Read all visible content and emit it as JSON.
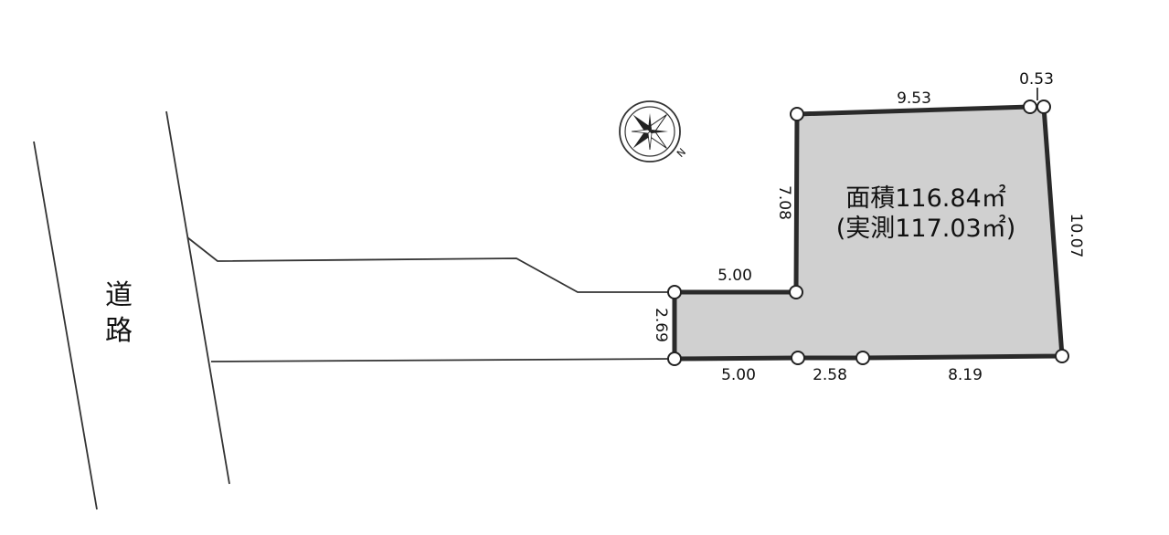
{
  "road": {
    "char1": "道",
    "char2": "路"
  },
  "lot": {
    "fill_color": "#d0d0d0",
    "area_label": "面積116.84㎡",
    "measured_label": "(実測117.03㎡)"
  },
  "dimensions": {
    "top_main": "9.53",
    "top_small": "0.53",
    "right": "10.07",
    "inner_vertical": "7.08",
    "step_horizontal": "5.00",
    "left_vertical": "2.69",
    "bottom_left": "5.00",
    "bottom_mid": "2.58",
    "bottom_right": "8.19"
  },
  "compass": {
    "icon": "compass-north-icon",
    "north_label": "N"
  }
}
